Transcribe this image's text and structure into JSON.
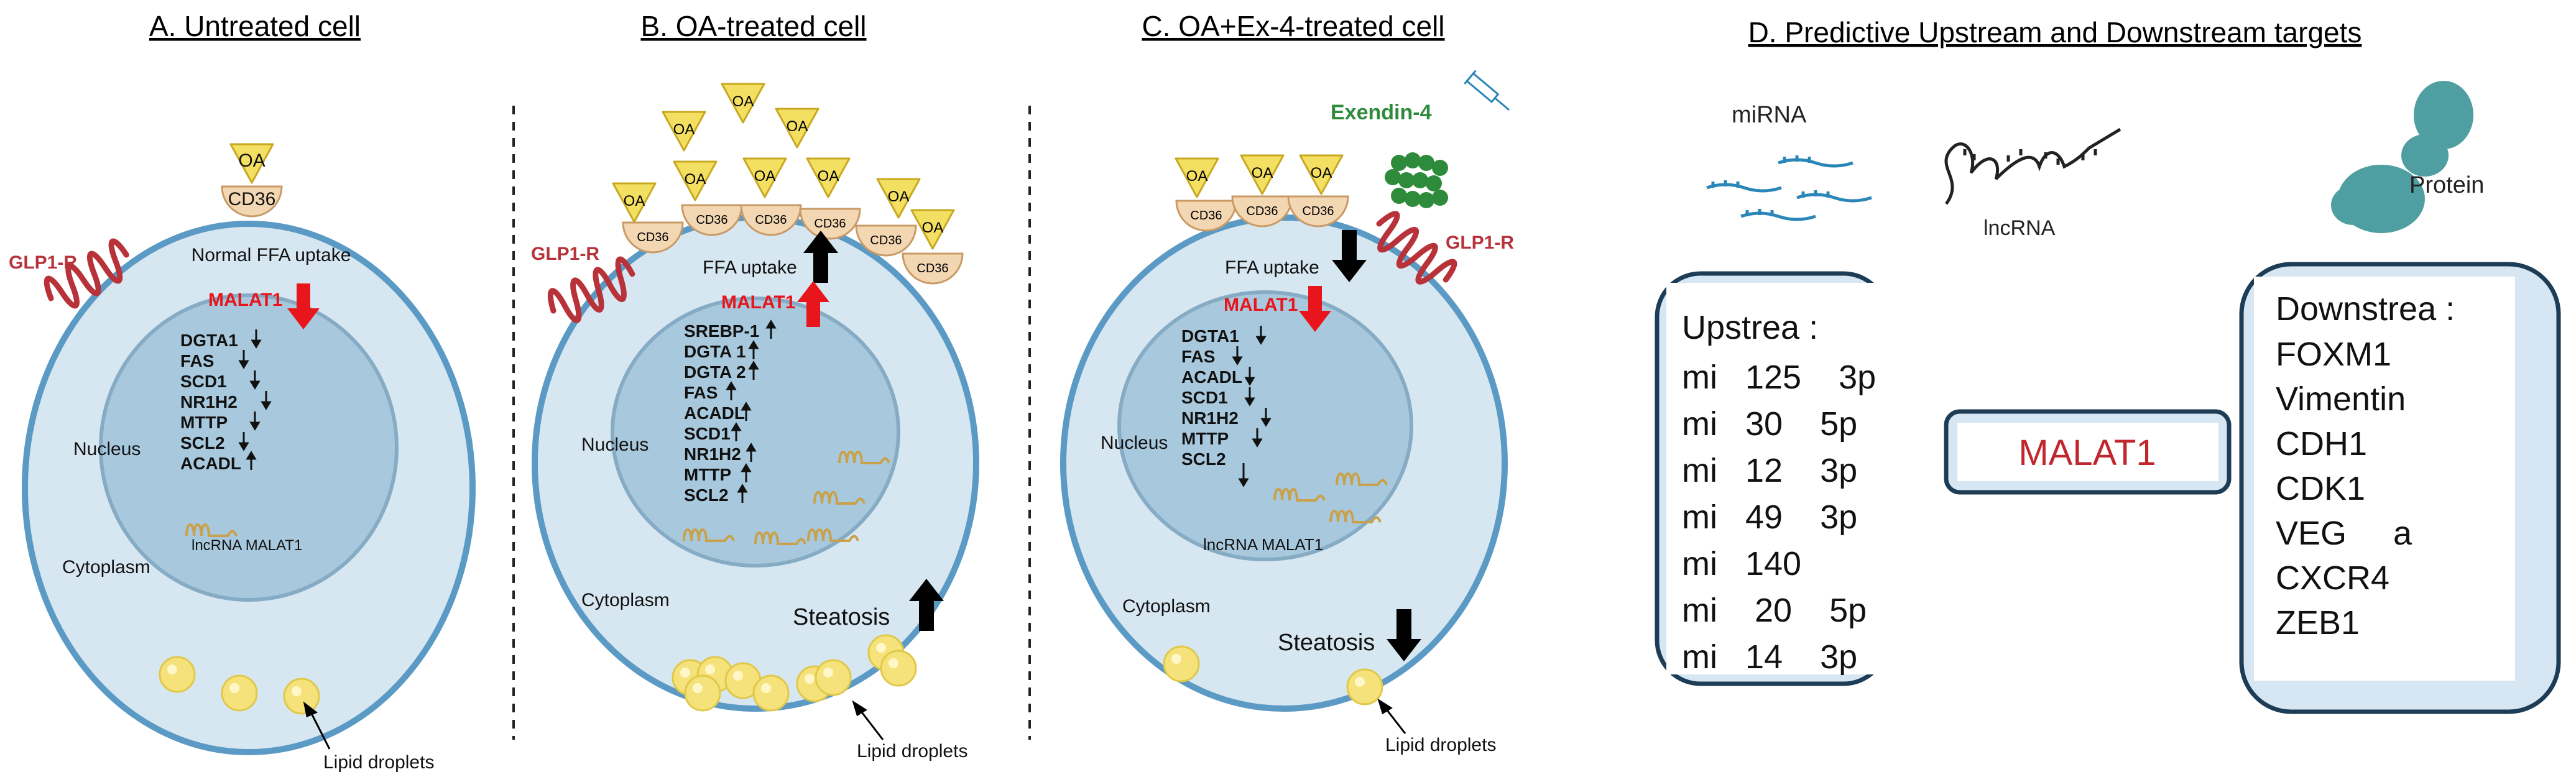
{
  "panels": [
    {
      "title": "A. Untreated cell",
      "oa_label": "OA",
      "cd36_label": "CD36",
      "receptor_label": "GLP1-R",
      "uptake_label": "Normal FFA uptake",
      "malat1_label": "MALAT1",
      "genes": [
        "DGTA1",
        "FAS",
        "SCD1",
        "NR1H2",
        "MTTP",
        "SCL2",
        "ACADL"
      ],
      "nucleus_label": "Nucleus",
      "lncrna_label": "lncRNA MALAT1",
      "cytoplasm_label": "Cytoplasm",
      "lipid_label": "Lipid droplets"
    },
    {
      "title": "B. OA-treated cell",
      "oa_label": "OA",
      "cd36_label": "CD36",
      "receptor_label": "GLP1-R",
      "uptake_label": "FFA uptake",
      "malat1_label": "MALAT1",
      "genes": [
        "SREBP-1",
        "DGTA 1",
        "DGTA 2",
        "FAS",
        "ACADL",
        "SCD1",
        "NR1H2",
        "MTTP",
        "SCL2"
      ],
      "nucleus_label": "Nucleus",
      "cytoplasm_label": "Cytoplasm",
      "steatosis_label": "Steatosis",
      "lipid_label": "Lipid droplets"
    },
    {
      "title": "C. OA+Ex-4-treated cell",
      "oa_label": "OA",
      "cd36_label": "CD36",
      "receptor_label": "GLP1-R",
      "drug_label": "Exendin-4",
      "uptake_label": "FFA uptake",
      "malat1_label": "MALAT1",
      "genes": [
        "DGTA1",
        "FAS",
        "ACADL",
        "SCD1",
        "NR1H2",
        "MTTP",
        "SCL2"
      ],
      "nucleus_label": "Nucleus",
      "lncrna_label": "lncRNA MALAT1",
      "cytoplasm_label": "Cytoplasm",
      "steatosis_label": "Steatosis",
      "lipid_label": "Lipid droplets"
    }
  ],
  "targets": {
    "title": "D. Predictive Upstream and Downstream targets",
    "mirna_label": "miRNA",
    "lncrna_label": "lncRNA",
    "protein_label": "Protein",
    "center_label": "MALAT1",
    "upstream_header": "Upstrea  :",
    "upstream_items": [
      "mi   125    3p",
      "mi   30    5p",
      "mi   12    3p",
      "mi   49    3p",
      "mi   140",
      "mi    20    5p",
      "mi   14    3p"
    ],
    "downstream_header": "Downstrea  :",
    "downstream_items": [
      "FOXM1",
      "Vimentin",
      "CDH1",
      "CDK1",
      "VEG     a",
      "CXCR4",
      "ZEB1"
    ]
  },
  "colors": {
    "cell_fill": "#d7e7f1",
    "cell_border": "#5b9ac4",
    "nucleus_fill": "#a8c9dd",
    "oa_yellow": "#f3df62",
    "cd36_fill": "#f3d7b3",
    "receptor_red": "#b8323a",
    "arrow_red": "#e8161c",
    "lipid_yellow": "#f6e27a",
    "rna_gold": "#c9a14a",
    "rna_blue": "#2b86b8",
    "protein_teal": "#4f9ea2",
    "box_border": "#1d3c55",
    "drug_green": "#2e8b3c"
  }
}
